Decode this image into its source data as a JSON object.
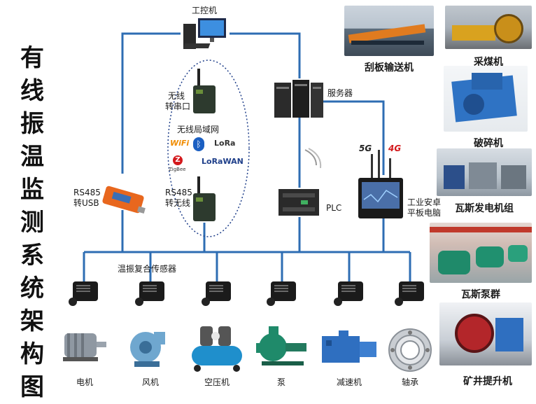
{
  "title_chars": [
    "有",
    "线",
    "振",
    "温",
    "监",
    "测",
    "系",
    "统",
    "架",
    "构",
    "图"
  ],
  "nodes": {
    "ipc": "工控机",
    "server": "服务器",
    "wireless_serial": [
      "无线",
      "转串口"
    ],
    "wlan": "无线局域网",
    "rs485_usb": [
      "RS485",
      "转USB"
    ],
    "rs485_wireless": [
      "RS485",
      "转无线"
    ],
    "plc": "PLC",
    "tablet": [
      "工业安卓",
      "平板电脑"
    ],
    "sensor_label": "温振复合传感器"
  },
  "protocol_logos": {
    "wifi": "WiFi",
    "bluetooth": "bluetooth",
    "lora": "LoRa",
    "zigbee": "ZigBee",
    "lorawan": "LoRaWAN",
    "g5": "5G",
    "g4": "4G"
  },
  "equipment": [
    "电机",
    "风机",
    "空压机",
    "泵",
    "减速机",
    "轴承"
  ],
  "photos": [
    "刮板输送机",
    "采煤机",
    "破碎机",
    "瓦斯发电机组",
    "瓦斯泵群",
    "矿井提升机"
  ],
  "colors": {
    "line": "#2e6db3",
    "dotted": "#1f3f8a",
    "accent_orange": "#e8671e"
  }
}
